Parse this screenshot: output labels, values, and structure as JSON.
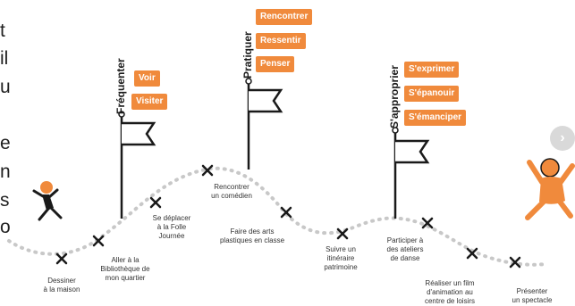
{
  "side_text": [
    "t",
    "il",
    "u",
    "",
    "e",
    "n",
    "s",
    "o"
  ],
  "flags": [
    {
      "label": "Fréquenter",
      "tags": [
        "Voir",
        "Visiter"
      ]
    },
    {
      "label": "Pratiquer",
      "tags": [
        "Rencontrer",
        "Ressentir",
        "Penser"
      ]
    },
    {
      "label": "S'approprier",
      "tags": [
        "S'exprimer",
        "S'épanouir",
        "S'émanciper"
      ]
    }
  ],
  "steps": [
    "Dessiner\nà la maison",
    "Aller à la\nBibliothèque de\nmon quartier",
    "Se déplacer\nà la Folle\nJournée",
    "Rencontrer\nun comédien",
    "Faire des arts\nplastiques en classe",
    "Suivre un\nitinéraire\npatrimoine",
    "Participer à\ndes ateliers\nde danse",
    "Réaliser un film\nd'animation au\ncentre de loisirs",
    "Présenter\nun spectacle"
  ],
  "next_button": "›",
  "colors": {
    "accent": "#f08a3c",
    "path": "#c8c8c8",
    "ink": "#1a1a1a"
  }
}
